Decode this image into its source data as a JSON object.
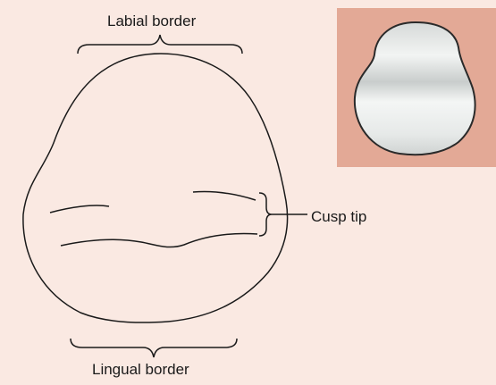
{
  "diagram": {
    "labels": {
      "labial": "Labial border",
      "lingual": "Lingual border",
      "cusp_tip": "Cusp tip"
    }
  },
  "colors": {
    "background": "#fae9e2",
    "outline": "#1a1a1a",
    "photo_background": "#e3a996",
    "tooth_enamel": "#eef0ef"
  }
}
